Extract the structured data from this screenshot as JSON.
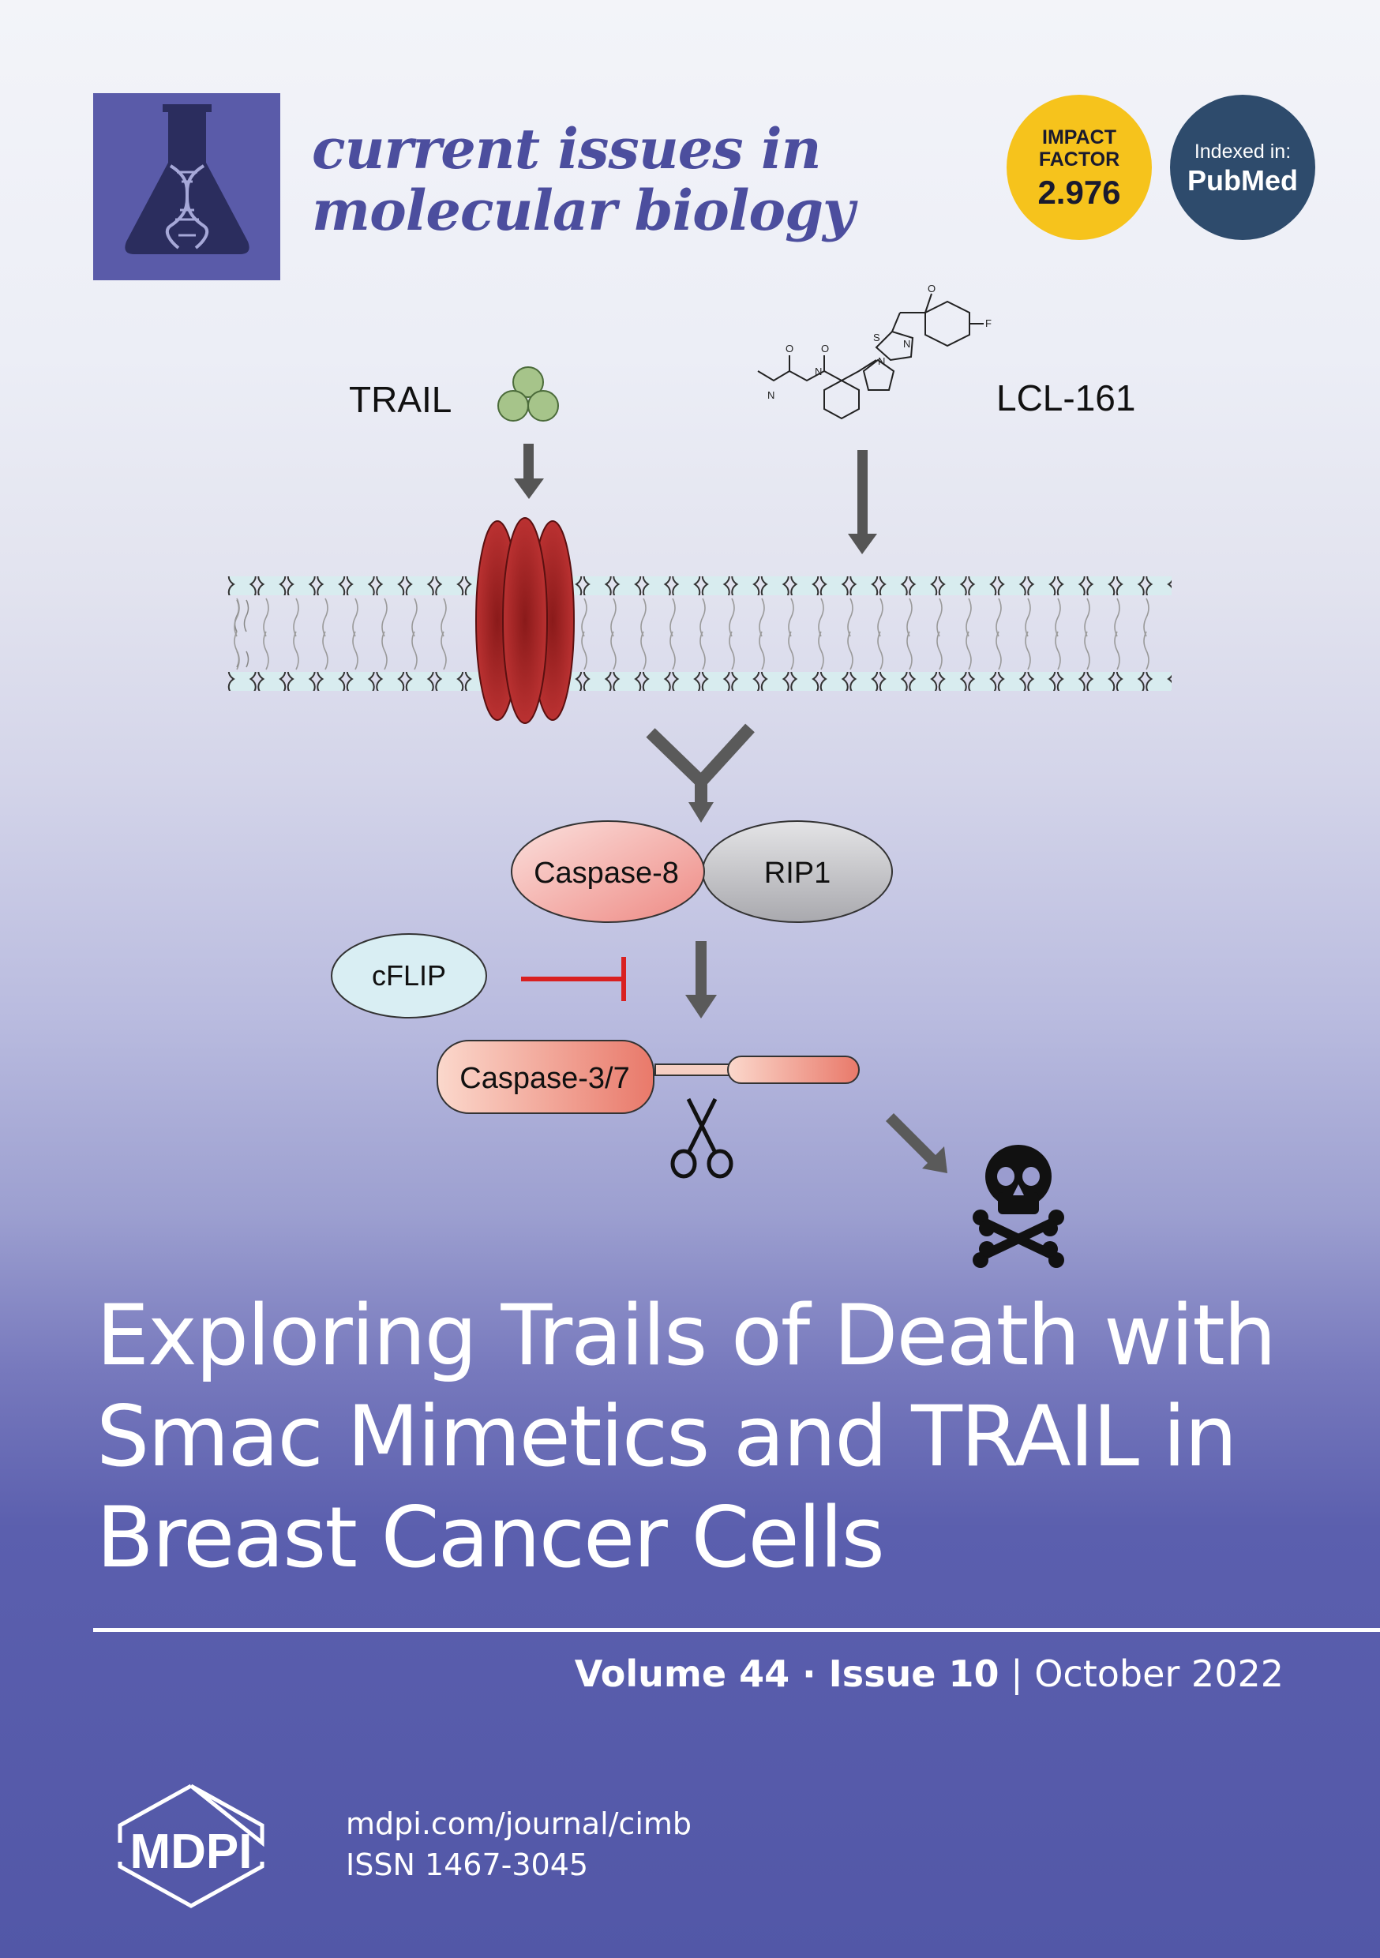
{
  "journal": {
    "title_line1": "current issues in",
    "title_line2": "molecular biology",
    "icon": "flask-dna-icon"
  },
  "impact_factor": {
    "label_line1": "IMPACT",
    "label_line2": "FACTOR",
    "value": "2.976"
  },
  "indexed": {
    "label": "Indexed in:",
    "value": "PubMed"
  },
  "diagram": {
    "trail": "TRAIL",
    "lcl": "LCL-161",
    "caspase8": "Caspase-8",
    "rip1": "RIP1",
    "cflip": "cFLIP",
    "caspase37": "Caspase-3/7",
    "icons": [
      "trail-ligand-icon",
      "chemical-structure-icon",
      "membrane-icon",
      "scissors-icon",
      "skull-crossbones-icon"
    ]
  },
  "title": {
    "line1": "Exploring Trails of Death with",
    "line2": "Smac Mimetics and TRAIL in",
    "line3": "Breast Cancer Cells"
  },
  "issue": {
    "volume": "Volume 44",
    "sep": " · ",
    "issue": "Issue 10",
    "bar": " | ",
    "date": "October 2022"
  },
  "publisher": {
    "logo_text": "MDPI",
    "url": "mdpi.com/journal/cimb",
    "issn": "ISSN 1467-3045"
  },
  "colors": {
    "journal_title": "#4c4e9e",
    "impact_badge": "#f6c31c",
    "pubmed_badge": "#2e4b6c",
    "footer_bg": "#5257a7",
    "receptor": "#a82a2a",
    "inhibit": "#d92020"
  }
}
